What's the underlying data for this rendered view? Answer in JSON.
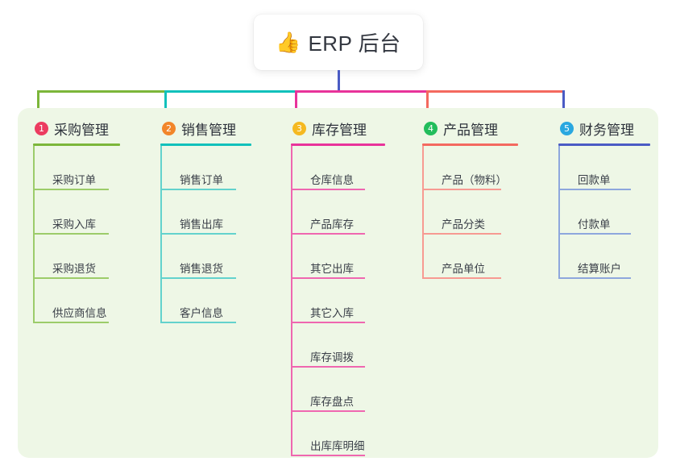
{
  "root": {
    "icon": "thumbs-up-icon",
    "emoji": "👍",
    "title": "ERP 后台"
  },
  "colors": {
    "board_background": "#eef7e6",
    "page_background": "#ffffff",
    "root_stem": "#4a5bc4"
  },
  "columns": [
    {
      "number": "1",
      "title": "采购管理",
      "badge_color": "#ec3c60",
      "rule_color": "#7cb63a",
      "line_color": "#9ccc6a",
      "items": [
        "采购订单",
        "采购入库",
        "采购退货",
        "供应商信息"
      ]
    },
    {
      "number": "2",
      "title": "销售管理",
      "badge_color": "#f2862a",
      "rule_color": "#11c1bb",
      "line_color": "#63d2cd",
      "items": [
        "销售订单",
        "销售出库",
        "销售退货",
        "客户信息"
      ]
    },
    {
      "number": "3",
      "title": "库存管理",
      "badge_color": "#f5b921",
      "rule_color": "#e8339a",
      "line_color": "#ef67b0",
      "items": [
        "仓库信息",
        "产品库存",
        "其它出库",
        "其它入库",
        "库存调拨",
        "库存盘点",
        "出库库明细"
      ]
    },
    {
      "number": "4",
      "title": "产品管理",
      "badge_color": "#22bd5c",
      "rule_color": "#f4695f",
      "line_color": "#f79a92",
      "items": [
        "产品（物料）",
        "产品分类",
        "产品单位"
      ]
    },
    {
      "number": "5",
      "title": "财务管理",
      "badge_color": "#2aa8e0",
      "rule_color": "#4a5bc4",
      "line_color": "#8ea7dd",
      "items": [
        "回款单",
        "付款单",
        "结算账户"
      ]
    }
  ]
}
